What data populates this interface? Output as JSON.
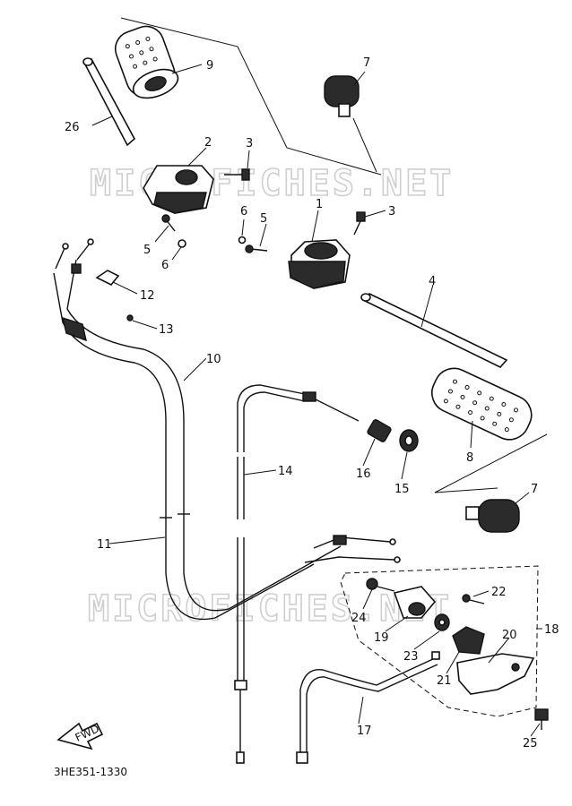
{
  "watermarks": [
    "MICROFICHES.NET",
    "MICROFICHES.NET"
  ],
  "diagram_code": "3HE351-1330",
  "fwd_label": "FWD",
  "callouts": [
    {
      "id": "c9",
      "text": "9"
    },
    {
      "id": "c26",
      "text": "26"
    },
    {
      "id": "c7a",
      "text": "7"
    },
    {
      "id": "c2",
      "text": "2"
    },
    {
      "id": "c3a",
      "text": "3"
    },
    {
      "id": "c5a",
      "text": "5"
    },
    {
      "id": "c6a",
      "text": "6"
    },
    {
      "id": "c6b",
      "text": "6"
    },
    {
      "id": "c5b",
      "text": "5"
    },
    {
      "id": "c1",
      "text": "1"
    },
    {
      "id": "c3b",
      "text": "3"
    },
    {
      "id": "c12",
      "text": "12"
    },
    {
      "id": "c13",
      "text": "13"
    },
    {
      "id": "c4",
      "text": "4"
    },
    {
      "id": "c10",
      "text": "10"
    },
    {
      "id": "c14",
      "text": "14"
    },
    {
      "id": "c16",
      "text": "16"
    },
    {
      "id": "c15",
      "text": "15"
    },
    {
      "id": "c8",
      "text": "8"
    },
    {
      "id": "c7b",
      "text": "7"
    },
    {
      "id": "c11",
      "text": "11"
    },
    {
      "id": "c22",
      "text": "22"
    },
    {
      "id": "c24",
      "text": "24"
    },
    {
      "id": "c18",
      "text": "18"
    },
    {
      "id": "c19",
      "text": "19"
    },
    {
      "id": "c20",
      "text": "20"
    },
    {
      "id": "c23",
      "text": "23"
    },
    {
      "id": "c21",
      "text": "21"
    },
    {
      "id": "c17",
      "text": "17"
    },
    {
      "id": "c25",
      "text": "25"
    }
  ]
}
